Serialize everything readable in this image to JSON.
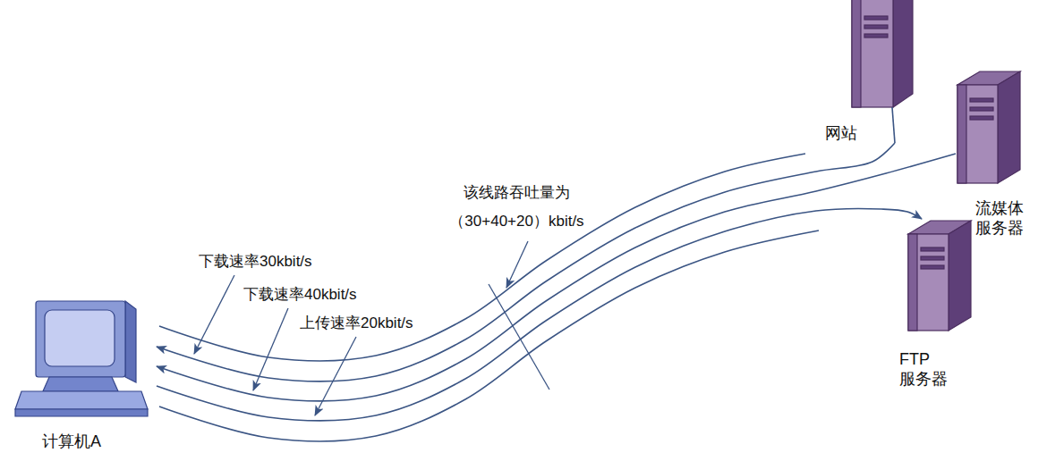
{
  "diagram": {
    "nodes": [
      {
        "text": [
          "计算机A"
        ]
      },
      {
        "text": [
          "网站"
        ]
      },
      {
        "text": [
          "流媒体 服务器"
        ]
      },
      {
        "text": [
          "FTP 服务器"
        ]
      }
    ],
    "edges": [
      {
        "from": 1,
        "to": 0,
        "arrow": "to"
      },
      {
        "from": 2,
        "to": 0,
        "arrow": "to"
      },
      {
        "from": 0,
        "to": 3,
        "arrow": "to"
      }
    ],
    "labels": [
      "该线路吞吐量为 （30+40+20）kbit/s",
      "下载速率30kbit/s",
      "下载速率40kbit/s",
      "上传速率20kbit/s"
    ]
  }
}
